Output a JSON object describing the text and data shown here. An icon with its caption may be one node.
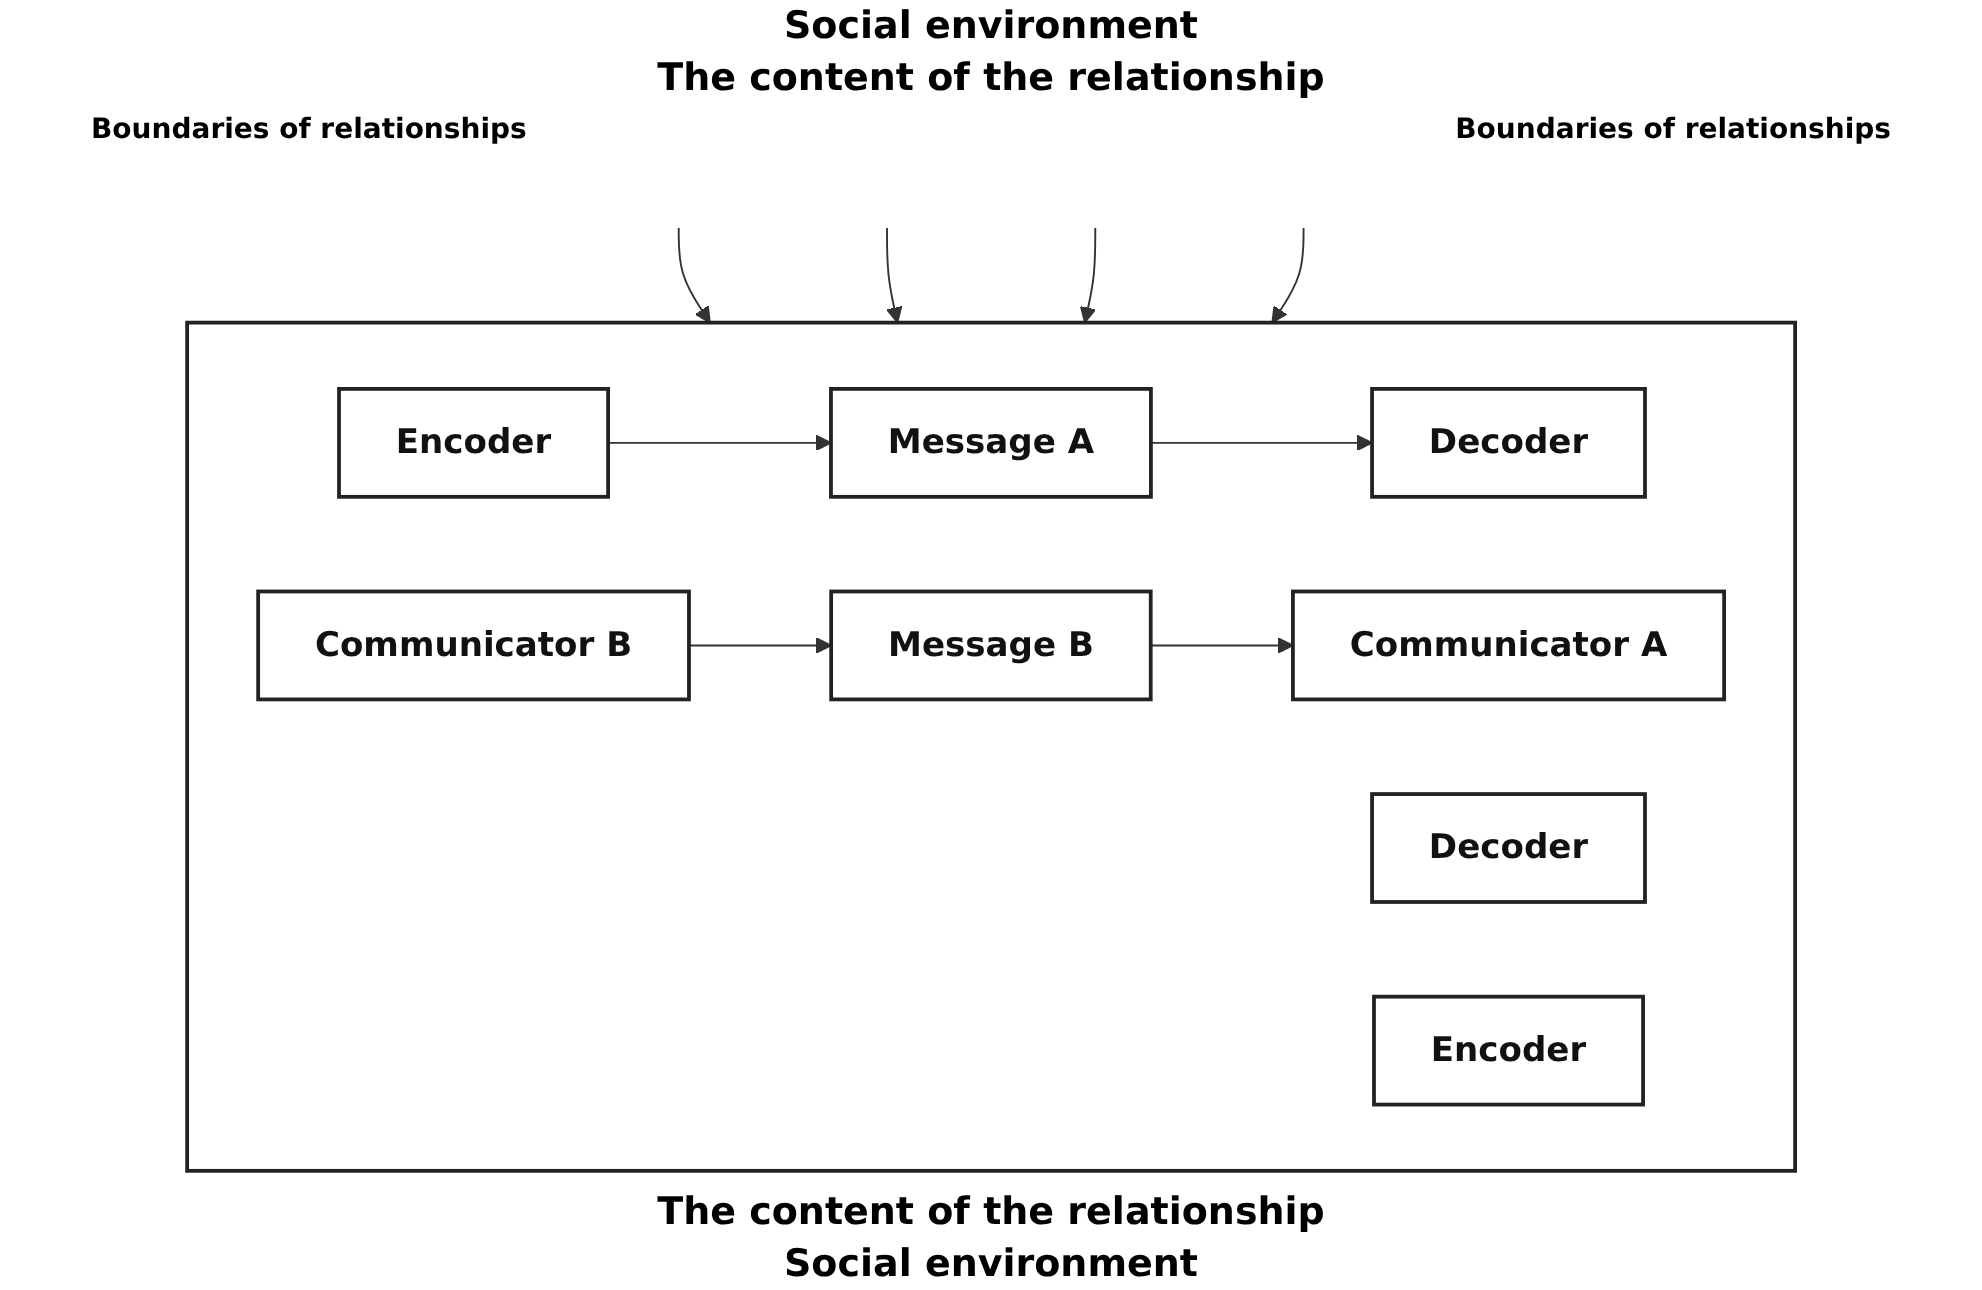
{
  "diagram": {
    "nodes": [
      {
        "text": [],
        "shape": "box"
      },
      {
        "text": [
          "Encoder"
        ],
        "in": 0
      },
      {
        "text": [
          "Message A"
        ],
        "in": 0
      },
      {
        "text": [
          "Decoder"
        ],
        "in": 0
      },
      {
        "text": [
          "Communicator A"
        ],
        "in": 0
      },
      {
        "text": [
          "Message B"
        ],
        "in": 0
      },
      {
        "text": [
          "Communicator B"
        ],
        "in": 0
      },
      {
        "text": [
          "Decoder"
        ],
        "in": 0
      },
      {
        "text": [
          "Encoder"
        ],
        "in": 0
      }
    ],
    "edges": [
      {
        "from": null,
        "to": 0,
        "arrow": "to"
      },
      {
        "from": null,
        "to": 0,
        "arrow": "to"
      },
      {
        "from": 1,
        "to": 2,
        "arrow": "to"
      },
      {
        "from": 2,
        "to": 3,
        "arrow": "to"
      },
      {
        "from": 6,
        "to": 5,
        "arrow": "to"
      },
      {
        "from": 5,
        "to": 4,
        "arrow": "to"
      },
      {
        "from": null,
        "to": 0,
        "arrow": "to"
      },
      {
        "from": null,
        "to": 0,
        "arrow": "to"
      }
    ],
    "labels": [
      "Social environment",
      "The content of the relationship",
      "Boundaries of relationships",
      "Boundaries of relationships",
      "The content of the relationship",
      "Social environment"
    ]
  }
}
